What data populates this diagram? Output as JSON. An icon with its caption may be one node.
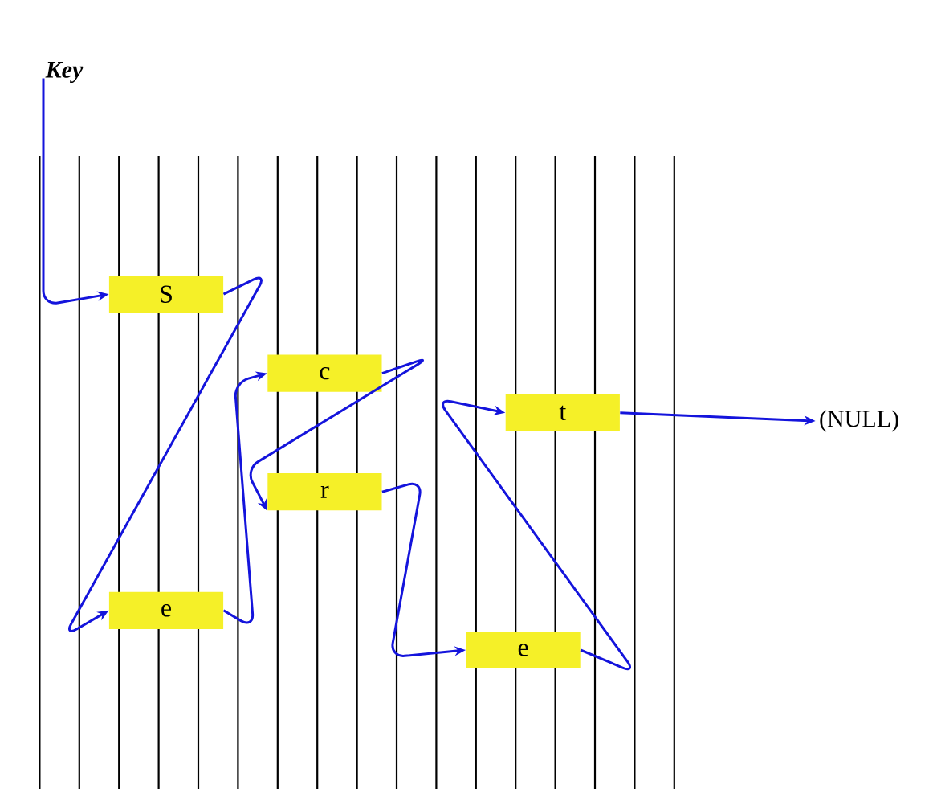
{
  "diagram": {
    "nodes": [
      {
        "text": [
          "Key"
        ]
      },
      {
        "text": [
          "S"
        ]
      },
      {
        "text": [
          "c"
        ]
      },
      {
        "text": [
          "t"
        ]
      },
      {
        "text": [
          "r"
        ]
      },
      {
        "text": [
          "e"
        ]
      },
      {
        "text": [
          "e"
        ]
      },
      {
        "text": [
          "(NULL)"
        ]
      }
    ],
    "edges": [
      {
        "from": 0,
        "to": 1,
        "arrow": "to"
      },
      {
        "from": 1,
        "to": 5,
        "arrow": "to"
      },
      {
        "from": 5,
        "to": 2,
        "arrow": "to"
      },
      {
        "from": 2,
        "to": 4,
        "arrow": "to"
      },
      {
        "from": 4,
        "to": 6,
        "arrow": "to"
      },
      {
        "from": 6,
        "to": 3,
        "arrow": "to"
      },
      {
        "from": 3,
        "to": 7,
        "arrow": "to"
      }
    ]
  }
}
